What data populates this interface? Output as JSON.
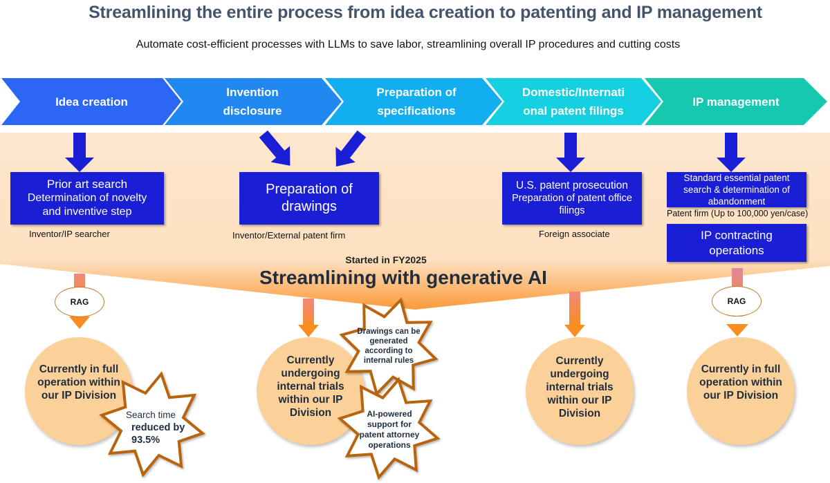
{
  "header": {
    "title": "Streamlining the entire process from idea creation to patenting and IP management",
    "subtitle": "Automate cost-efficient processes with LLMs to save labor, streamlining overall IP procedures and cutting costs"
  },
  "colors": {
    "title": "#44546a",
    "chevrons": [
      "#2b66f5",
      "#2088f0",
      "#12aef0",
      "#14d0e0",
      "#16c8b0"
    ],
    "task_box": "#1a1ed4",
    "funnel": "#fde6cc",
    "circle": "#fcd099",
    "star_border": "#b8640c",
    "down_arrow_orange": "#fb8c1e"
  },
  "process_steps": [
    {
      "label": "Idea creation"
    },
    {
      "label": "Invention disclosure"
    },
    {
      "label": "Preparation of specifications"
    },
    {
      "label": "Domestic/International patent filings"
    },
    {
      "label": "IP management"
    }
  ],
  "chevron_labels": [
    [
      "Idea creation"
    ],
    [
      "Invention",
      "disclosure"
    ],
    [
      "Preparation of",
      "specifications"
    ],
    [
      "Domestic/Internati",
      "onal patent filings"
    ],
    [
      "IP management"
    ]
  ],
  "tasks": [
    {
      "lines": [
        "Prior art search",
        "Determination of novelty",
        "and inventive step"
      ],
      "performer": "Inventor/IP searcher"
    },
    {
      "lines": [
        "Preparation of",
        "drawings"
      ],
      "performer": "Inventor/External patent firm"
    },
    {
      "lines": [
        "U.S. patent prosecution",
        "Preparation of patent office",
        "filings"
      ],
      "performer": "Foreign associate"
    },
    {
      "lines": [
        "Standard essential patent",
        "search & determination of",
        "abandonment"
      ],
      "performer": "Patent firm (Up to 100,000 yen/case)"
    },
    {
      "lines": [
        "IP contracting",
        "operations"
      ],
      "performer": ""
    }
  ],
  "ai_banner": {
    "started": "Started in FY2025",
    "headline": "Streamlining with generative AI"
  },
  "rag_label": "RAG",
  "outcomes": [
    {
      "lines": [
        "Currently in full",
        "operation within",
        "our IP Division"
      ]
    },
    {
      "lines": [
        "Currently",
        "undergoing",
        "internal trials",
        "within our IP",
        "Division"
      ]
    },
    {
      "lines": [
        "Currently",
        "undergoing",
        "internal trials",
        "within our IP",
        "Division"
      ]
    },
    {
      "lines": [
        "Currently in full",
        "operation within",
        "our IP Division"
      ]
    }
  ],
  "callouts": {
    "search_time": {
      "line1": "Search time",
      "line2": "reduced by",
      "line3": "93.5%"
    },
    "drawings": [
      "Drawings can be",
      "generated",
      "according to",
      "internal rules"
    ],
    "attorney": [
      "AI-powered",
      "support for",
      "patent attorney",
      "operations"
    ]
  }
}
